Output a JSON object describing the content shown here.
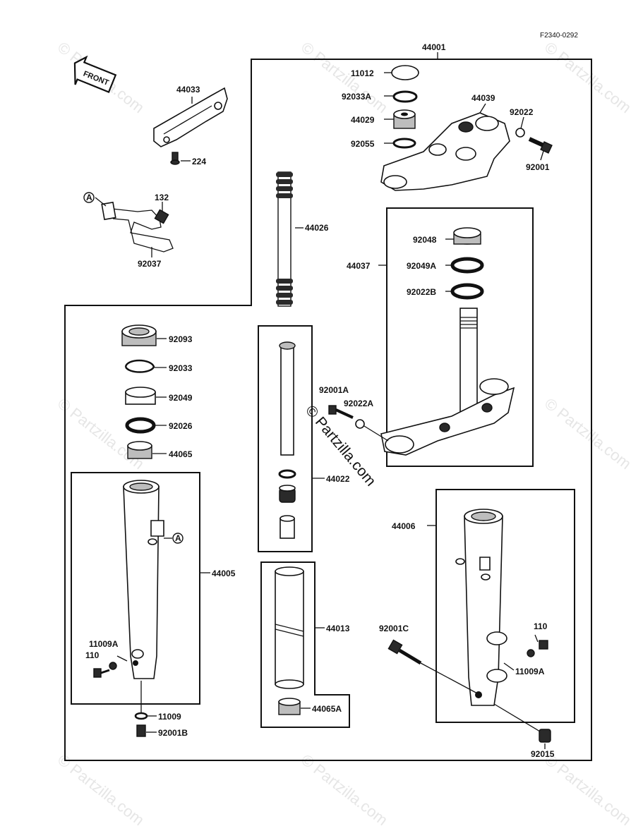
{
  "ref_code": "F2340-0292",
  "front_label": "FRONT",
  "watermark": "© Partzilla.com",
  "center_watermark": "© Partzilla.com",
  "callouts": {
    "p44001": "44001",
    "p11012": "11012",
    "p92033A": "92033A",
    "p44029": "44029",
    "p92055": "92055",
    "p44039": "44039",
    "p92022": "92022",
    "p92001": "92001",
    "p44033": "44033",
    "p224": "224",
    "p132": "132",
    "pA1": "A",
    "p92037": "92037",
    "p44026": "44026",
    "p44037": "44037",
    "p92048": "92048",
    "p92049A": "92049A",
    "p92022B": "92022B",
    "p92093": "92093",
    "p92033": "92033",
    "p92049": "92049",
    "p92026": "92026",
    "p44065": "44065",
    "p92001A": "92001A",
    "p92022A": "92022A",
    "p44022": "44022",
    "p44005": "44005",
    "pA2": "A",
    "p11009A_left": "11009A",
    "p110_left": "110",
    "p11009": "11009",
    "p92001B": "92001B",
    "p44013": "44013",
    "p44065A": "44065A",
    "p44006": "44006",
    "p92001C": "92001C",
    "p110_right": "110",
    "p11009A_right": "11009A",
    "p92015": "92015"
  }
}
